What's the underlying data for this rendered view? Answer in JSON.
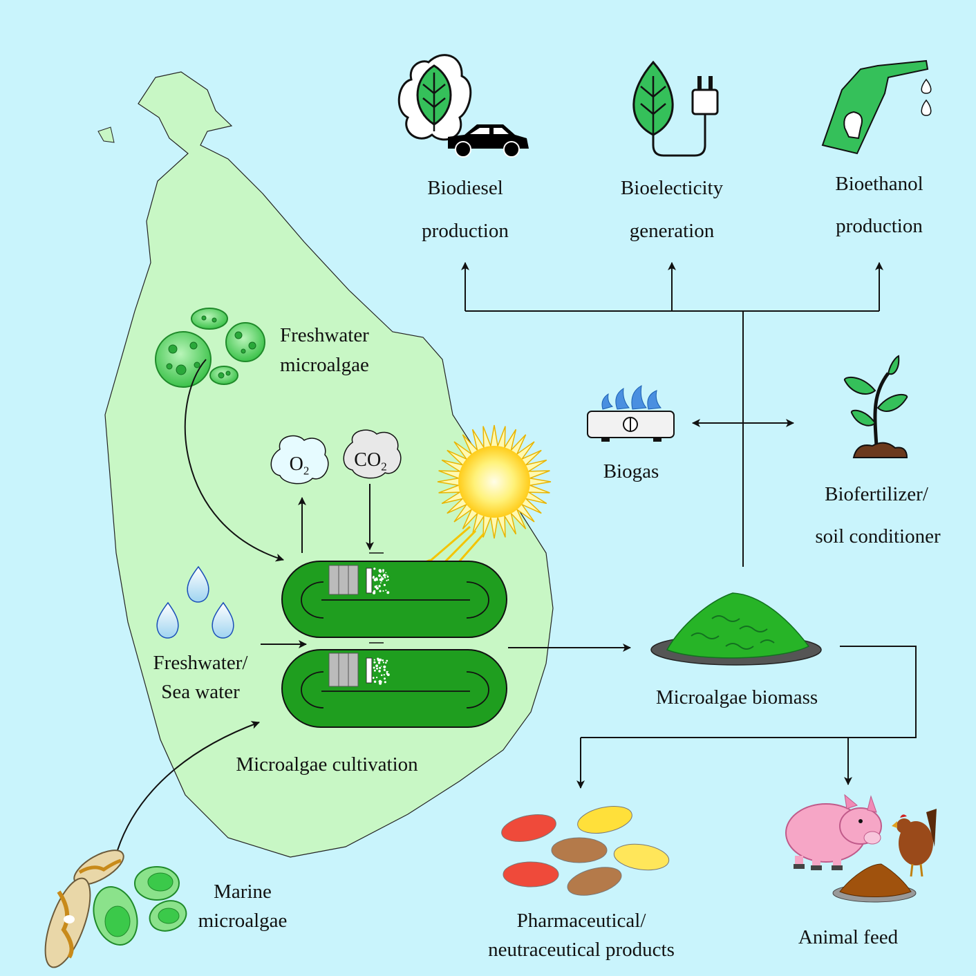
{
  "labels": {
    "biodiesel_l1": "Biodiesel",
    "biodiesel_l2": "production",
    "bioelec_l1": "Bioelecticity",
    "bioelec_l2": "generation",
    "bioeth_l1": "Bioethanol",
    "bioeth_l2": "production",
    "biogas": "Biogas",
    "biofert_l1": "Biofertilizer/",
    "biofert_l2": "soil conditioner",
    "fresh_algae_l1": "Freshwater",
    "fresh_algae_l2": "microalgae",
    "water_l1": "Freshwater/",
    "water_l2": "Sea water",
    "cultivation": "Microalgae cultivation",
    "biomass": "Microalgae biomass",
    "marine_l1": "Marine",
    "marine_l2": "microalgae",
    "pharma_l1": "Pharmaceutical/",
    "pharma_l2": "neutraceutical products",
    "feed": "Animal feed"
  },
  "gases": {
    "o2_base": "O",
    "o2_sub": "2",
    "co2_base": "CO",
    "co2_sub": "2"
  },
  "colors": {
    "background": "#c9f4fc",
    "island": "#c8f7c5",
    "pond": "#1f9e1f",
    "leaf": "#35c05a",
    "biomass": "#27b427"
  },
  "icons": [
    "car-icon",
    "leaf-plug-icon",
    "fuel-nozzle-icon",
    "gas-stove-icon",
    "plant-icon",
    "water-drop-icon",
    "sun-icon",
    "pig-icon",
    "chicken-icon",
    "capsule-icon"
  ]
}
